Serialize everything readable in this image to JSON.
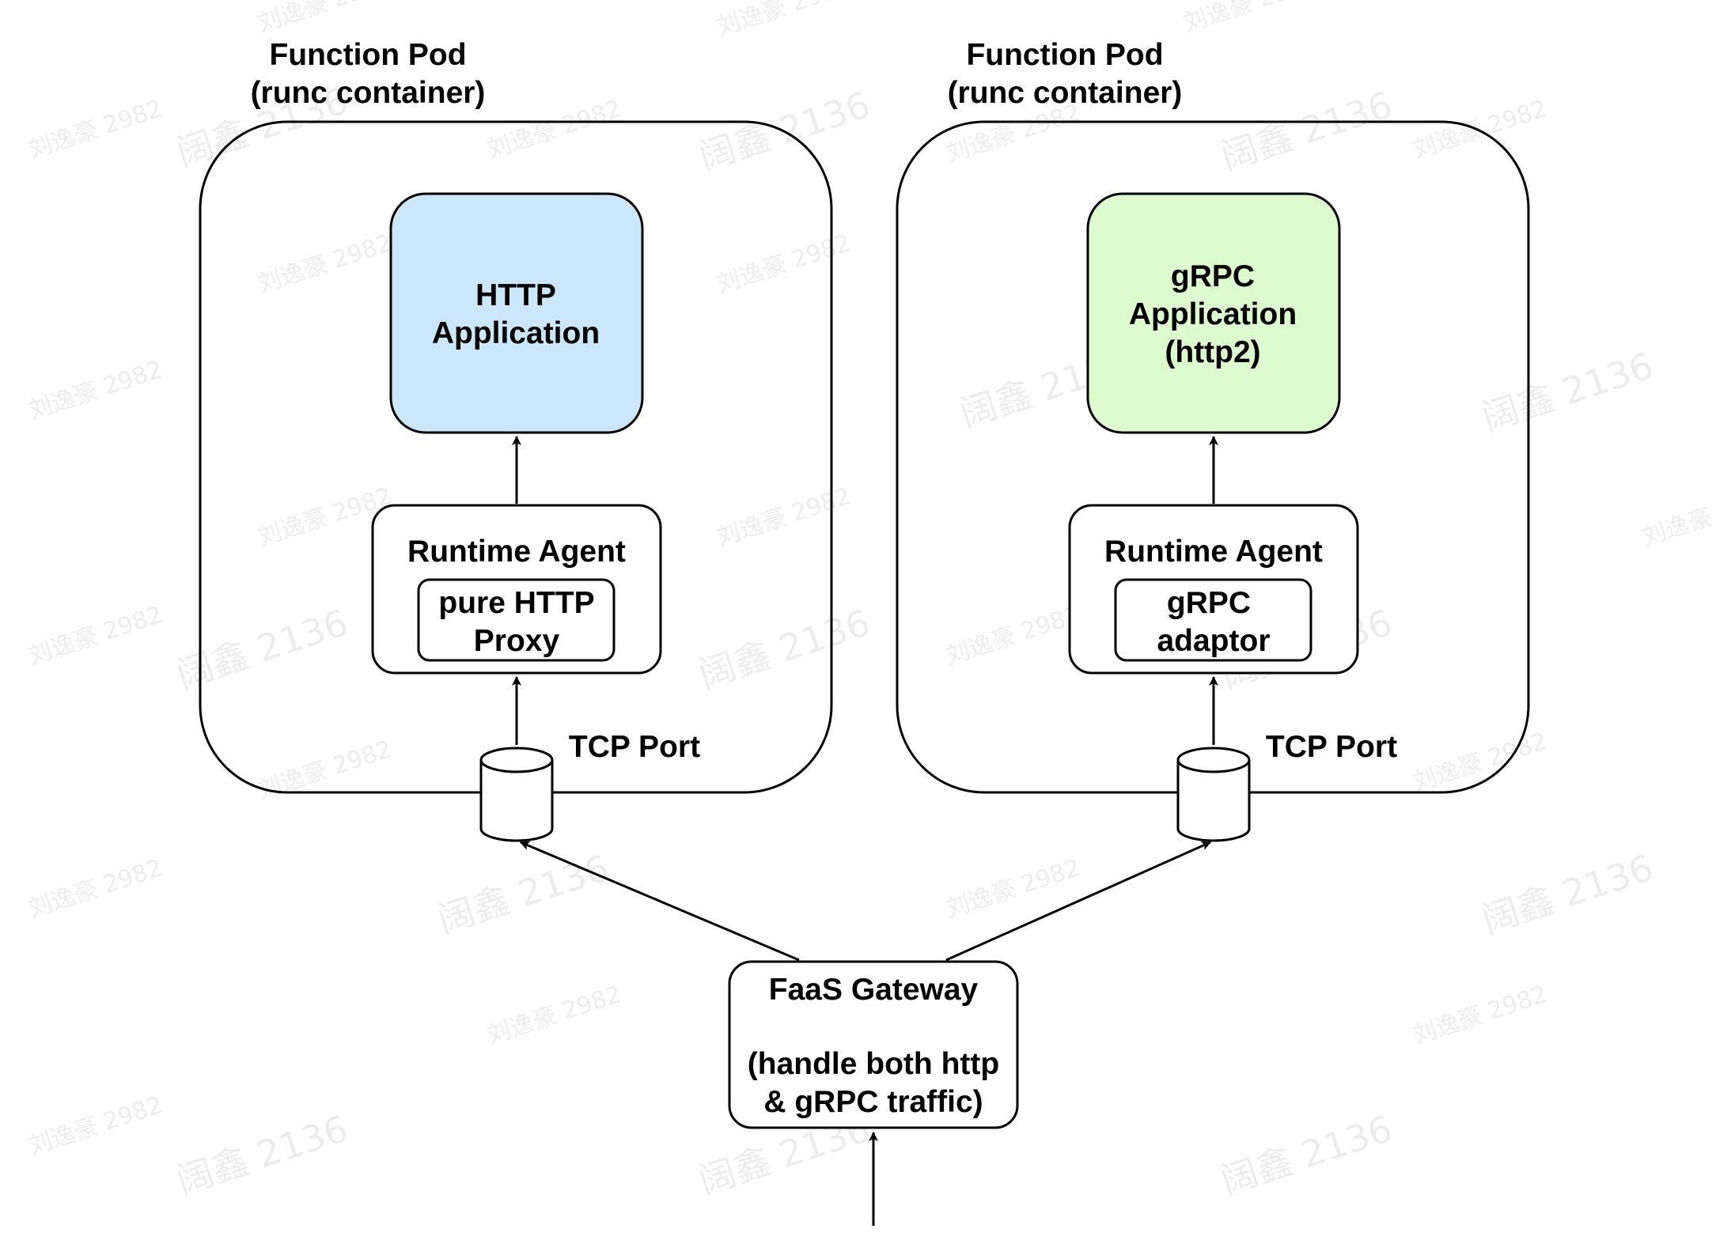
{
  "pods": [
    {
      "title_line1": "Function Pod",
      "title_line2": "(runc container)",
      "app_lines": [
        "HTTP",
        "Application"
      ],
      "app_fill": "#cce6fb",
      "agent_title": "Runtime Agent",
      "agent_inner_lines": [
        "pure HTTP",
        "Proxy"
      ],
      "port_label": "TCP Port"
    },
    {
      "title_line1": "Function Pod",
      "title_line2": "(runc container)",
      "app_lines": [
        "gRPC",
        "Application",
        "(http2)"
      ],
      "app_fill": "#dcfccf",
      "agent_title": "Runtime Agent",
      "agent_inner_lines": [
        "gRPC",
        "adaptor"
      ],
      "port_label": "TCP Port"
    }
  ],
  "gateway": {
    "line1": "FaaS Gateway",
    "line2": "(handle both http",
    "line3": "& gRPC traffic)"
  },
  "watermarks": [
    "刘逸豪 2982",
    "阔鑫 2136"
  ]
}
